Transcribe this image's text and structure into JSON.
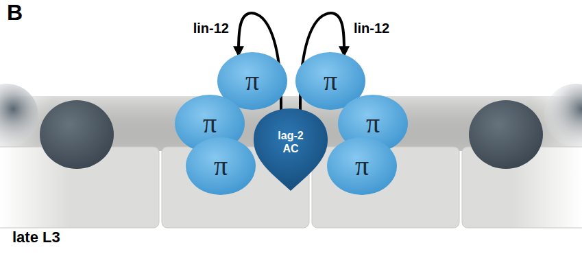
{
  "diagram": {
    "title": "B",
    "nodes": [
      {
        "text": [
          "π"
        ]
      },
      {
        "text": [
          "π"
        ]
      },
      {
        "text": [
          "π"
        ]
      },
      {
        "text": [
          "lag-2 AC"
        ]
      },
      {
        "text": [
          "π"
        ]
      },
      {
        "text": [
          "π"
        ]
      },
      {
        "text": [
          "π"
        ]
      }
    ],
    "edges": [
      {
        "from": 3,
        "to": 0,
        "arrow": "to",
        "label": "lin-12"
      },
      {
        "from": 3,
        "to": 1,
        "arrow": "to",
        "label": "lin-12"
      }
    ],
    "labels": [
      "late L3"
    ]
  }
}
